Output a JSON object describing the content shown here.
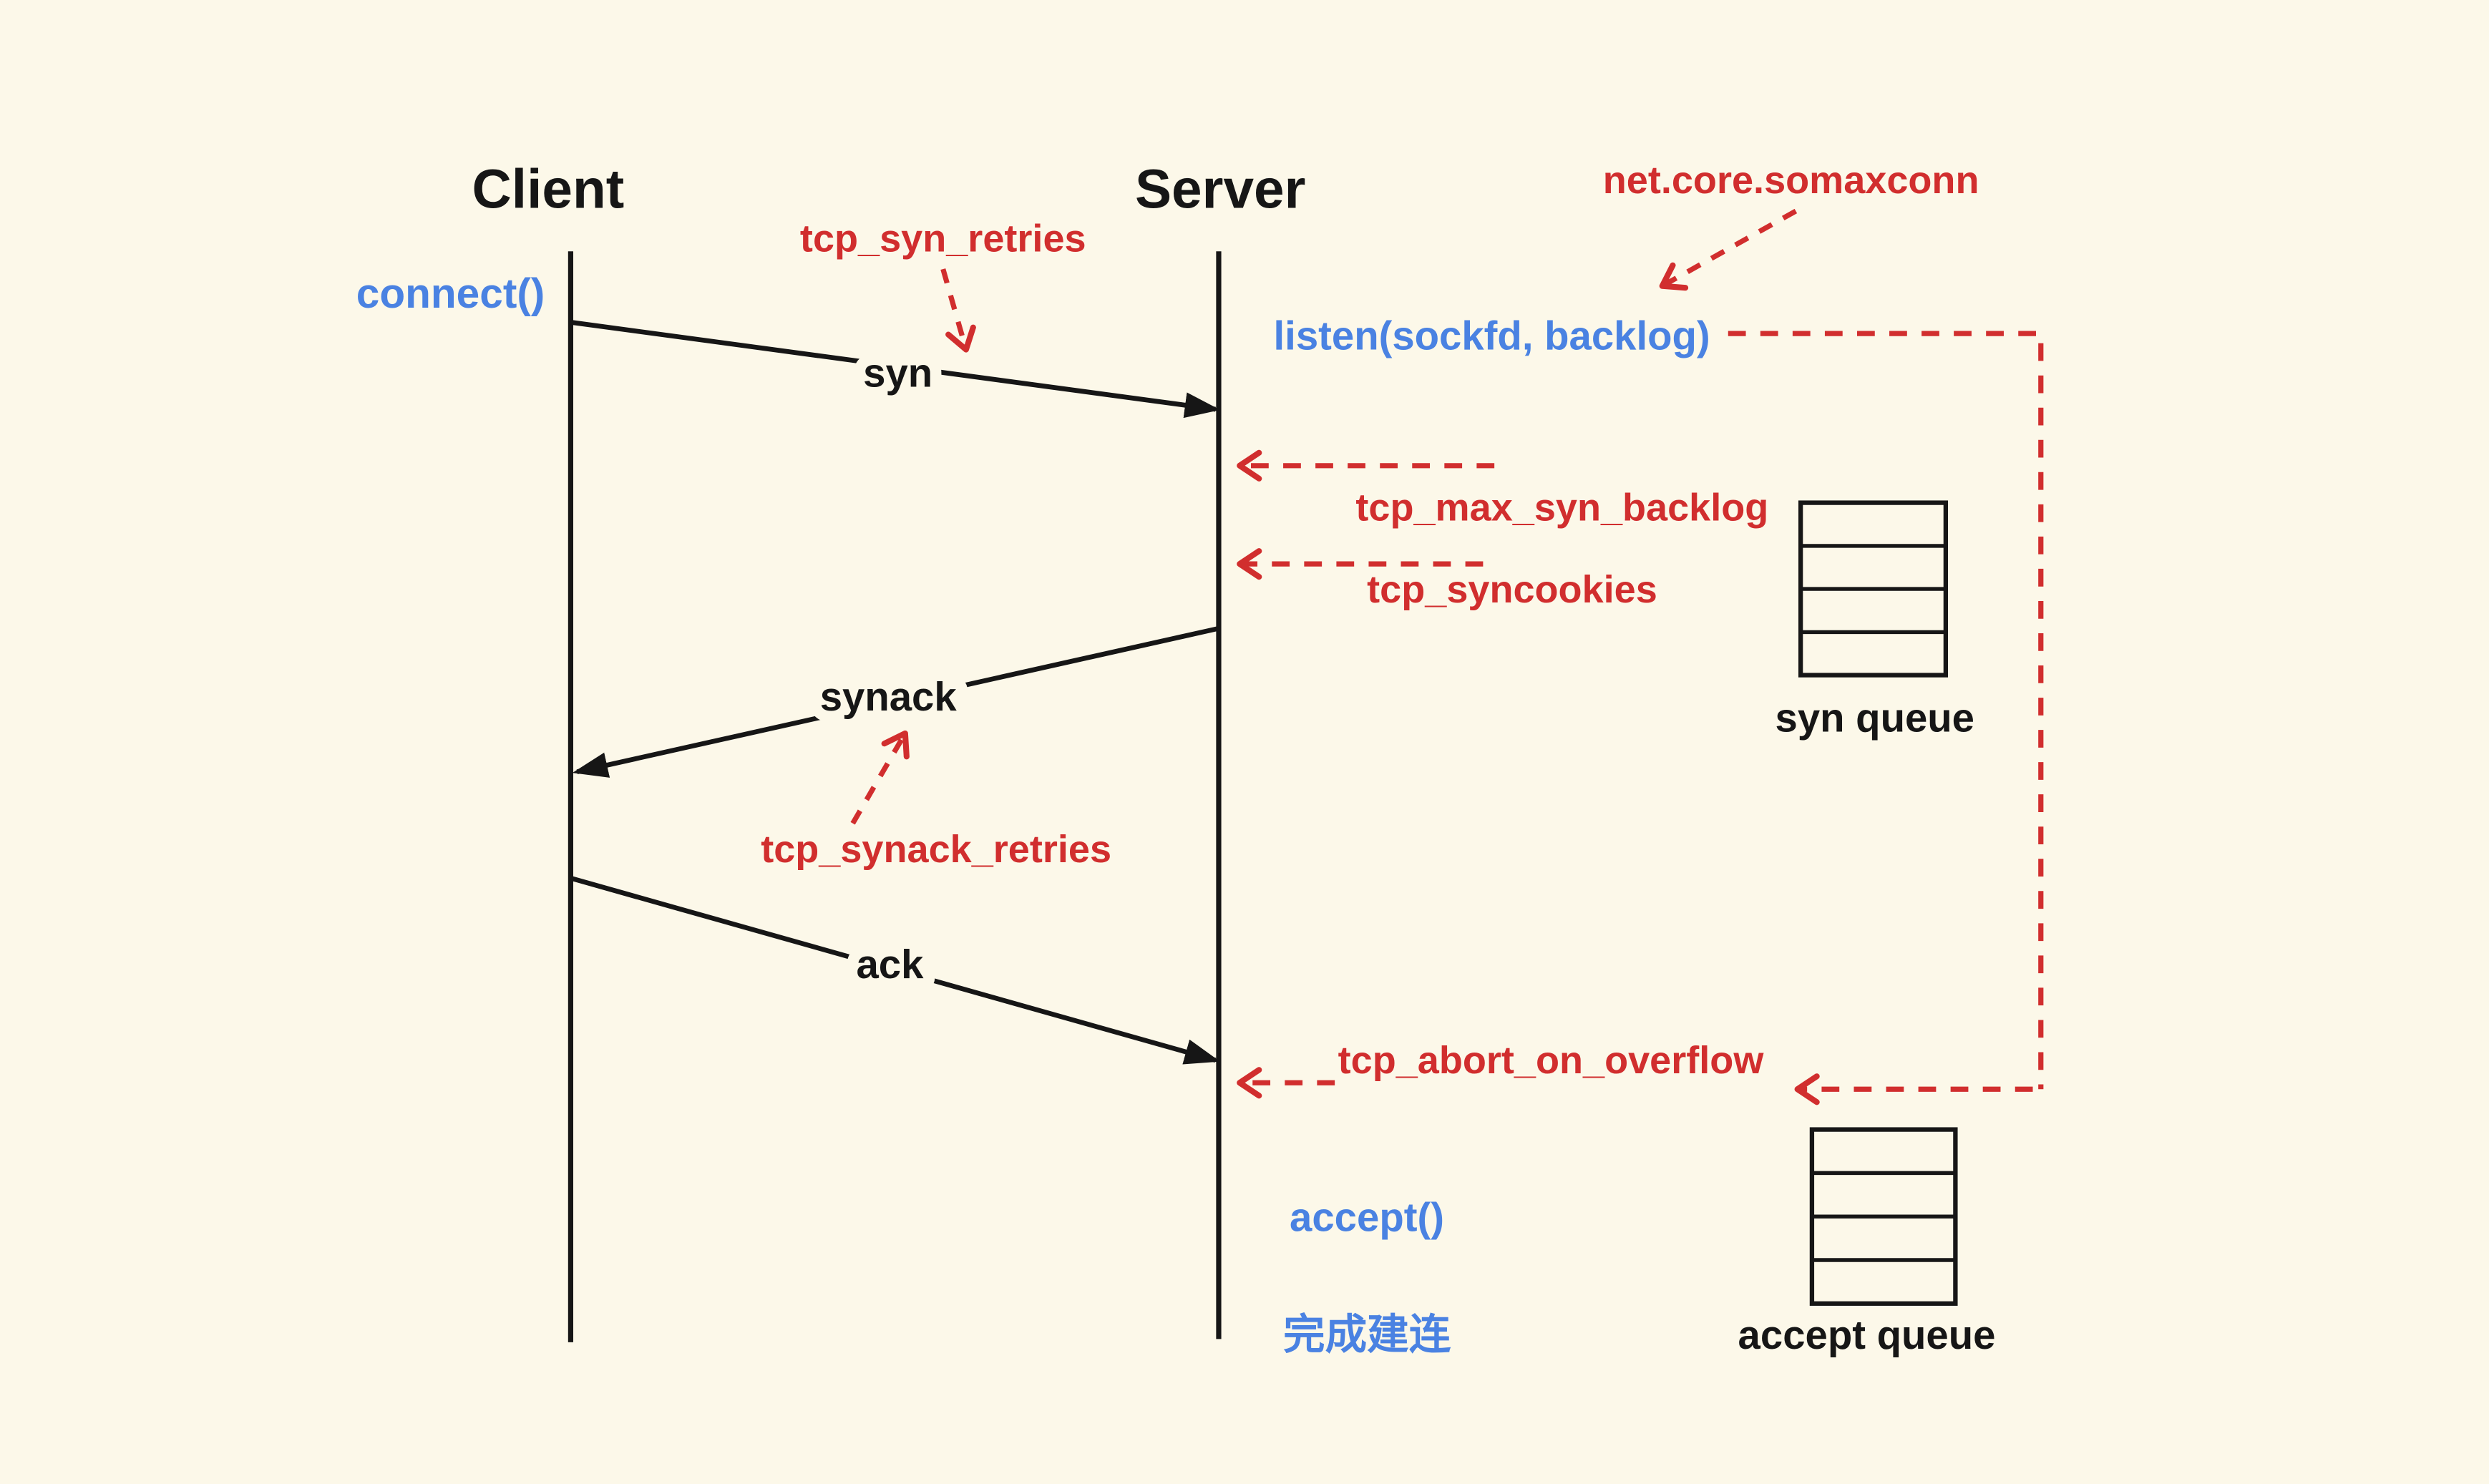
{
  "palette": {
    "background": "#fcf8e9",
    "red": "#d12e2e",
    "blue": "#4a82e2",
    "ink": "#161616"
  },
  "actors": {
    "client": "Client",
    "server": "Server"
  },
  "client_calls": {
    "connect": "connect()"
  },
  "server_calls": {
    "listen": "listen(sockfd, backlog)",
    "accept": "accept()",
    "established": "完成建连"
  },
  "messages": {
    "syn": "syn",
    "synack": "synack",
    "ack": "ack"
  },
  "kernel_params": {
    "tcp_syn_retries": "tcp_syn_retries",
    "net_core_somaxconn": "net.core.somaxconn",
    "tcp_max_syn_backlog": "tcp_max_syn_backlog",
    "tcp_syncookies": "tcp_syncookies",
    "tcp_synack_retries": "tcp_synack_retries",
    "tcp_abort_on_overflow": "tcp_abort_on_overflow"
  },
  "queues": {
    "syn_queue": {
      "label": "syn queue",
      "slots": 4
    },
    "accept_queue": {
      "label": "accept queue",
      "slots": 4
    }
  }
}
